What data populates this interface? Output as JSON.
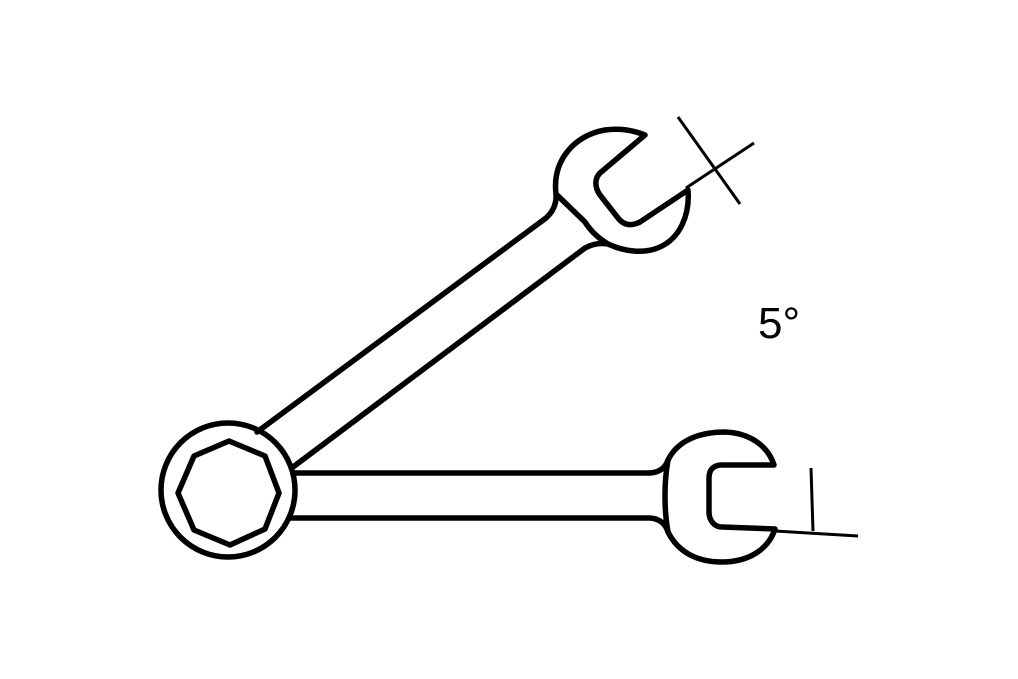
{
  "diagram": {
    "subject": "Two combination wrenches showing open-end head offset angle",
    "angle_label": "5°",
    "stroke_color": "#000000",
    "background_color": "#ffffff",
    "elements": [
      {
        "name": "box-end-ring",
        "shape": "circle with 12-point/octagonal socket"
      },
      {
        "name": "upper-wrench",
        "shape": "angled shaft with open-end jaw"
      },
      {
        "name": "lower-wrench",
        "shape": "horizontal shaft with open-end jaw"
      },
      {
        "name": "upper-angle-guide-lines",
        "shape": "crossing reference lines"
      },
      {
        "name": "lower-angle-guide-lines",
        "shape": "perpendicular reference lines"
      }
    ]
  }
}
